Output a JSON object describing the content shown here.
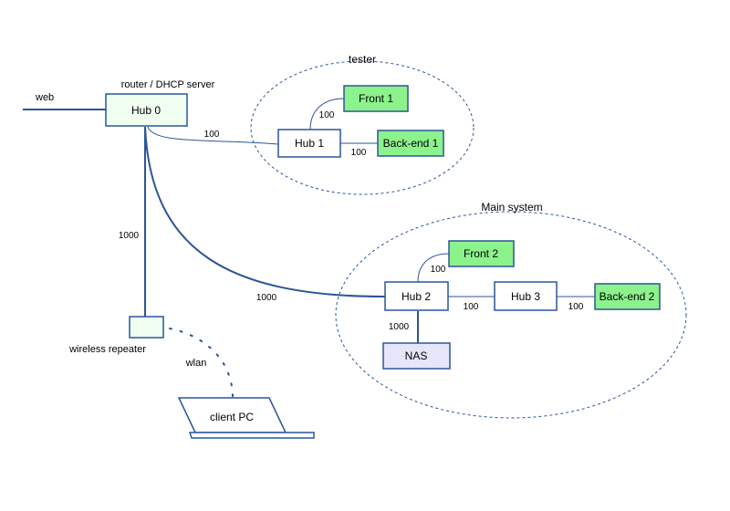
{
  "colors": {
    "line": "#2b5597",
    "node_fill": "#ffffff",
    "hub0_fill": "#f0fff0",
    "green_fill": "#8cf28c",
    "nas_fill": "#e6e6fa",
    "repeater_fill": "#f0fff0"
  },
  "labels": {
    "web": "web",
    "router": "router / DHCP server",
    "tester": "tester",
    "main_system": "Main system",
    "wireless_repeater": "wireless repeater",
    "wlan": "wlan"
  },
  "nodes": {
    "hub0": "Hub 0",
    "hub1": "Hub 1",
    "front1": "Front 1",
    "backend1": "Back-end 1",
    "hub2": "Hub 2",
    "hub3": "Hub 3",
    "front2": "Front 2",
    "backend2": "Back-end 2",
    "nas": "NAS",
    "client_pc": "client PC"
  },
  "links": {
    "hub0_hub1": "100",
    "hub1_front1": "100",
    "hub1_backend1": "100",
    "hub0_repeater": "1000",
    "hub0_hub2": "1000",
    "hub2_front2": "100",
    "hub2_hub3": "100",
    "hub3_backend2": "100",
    "hub2_nas": "1000"
  }
}
